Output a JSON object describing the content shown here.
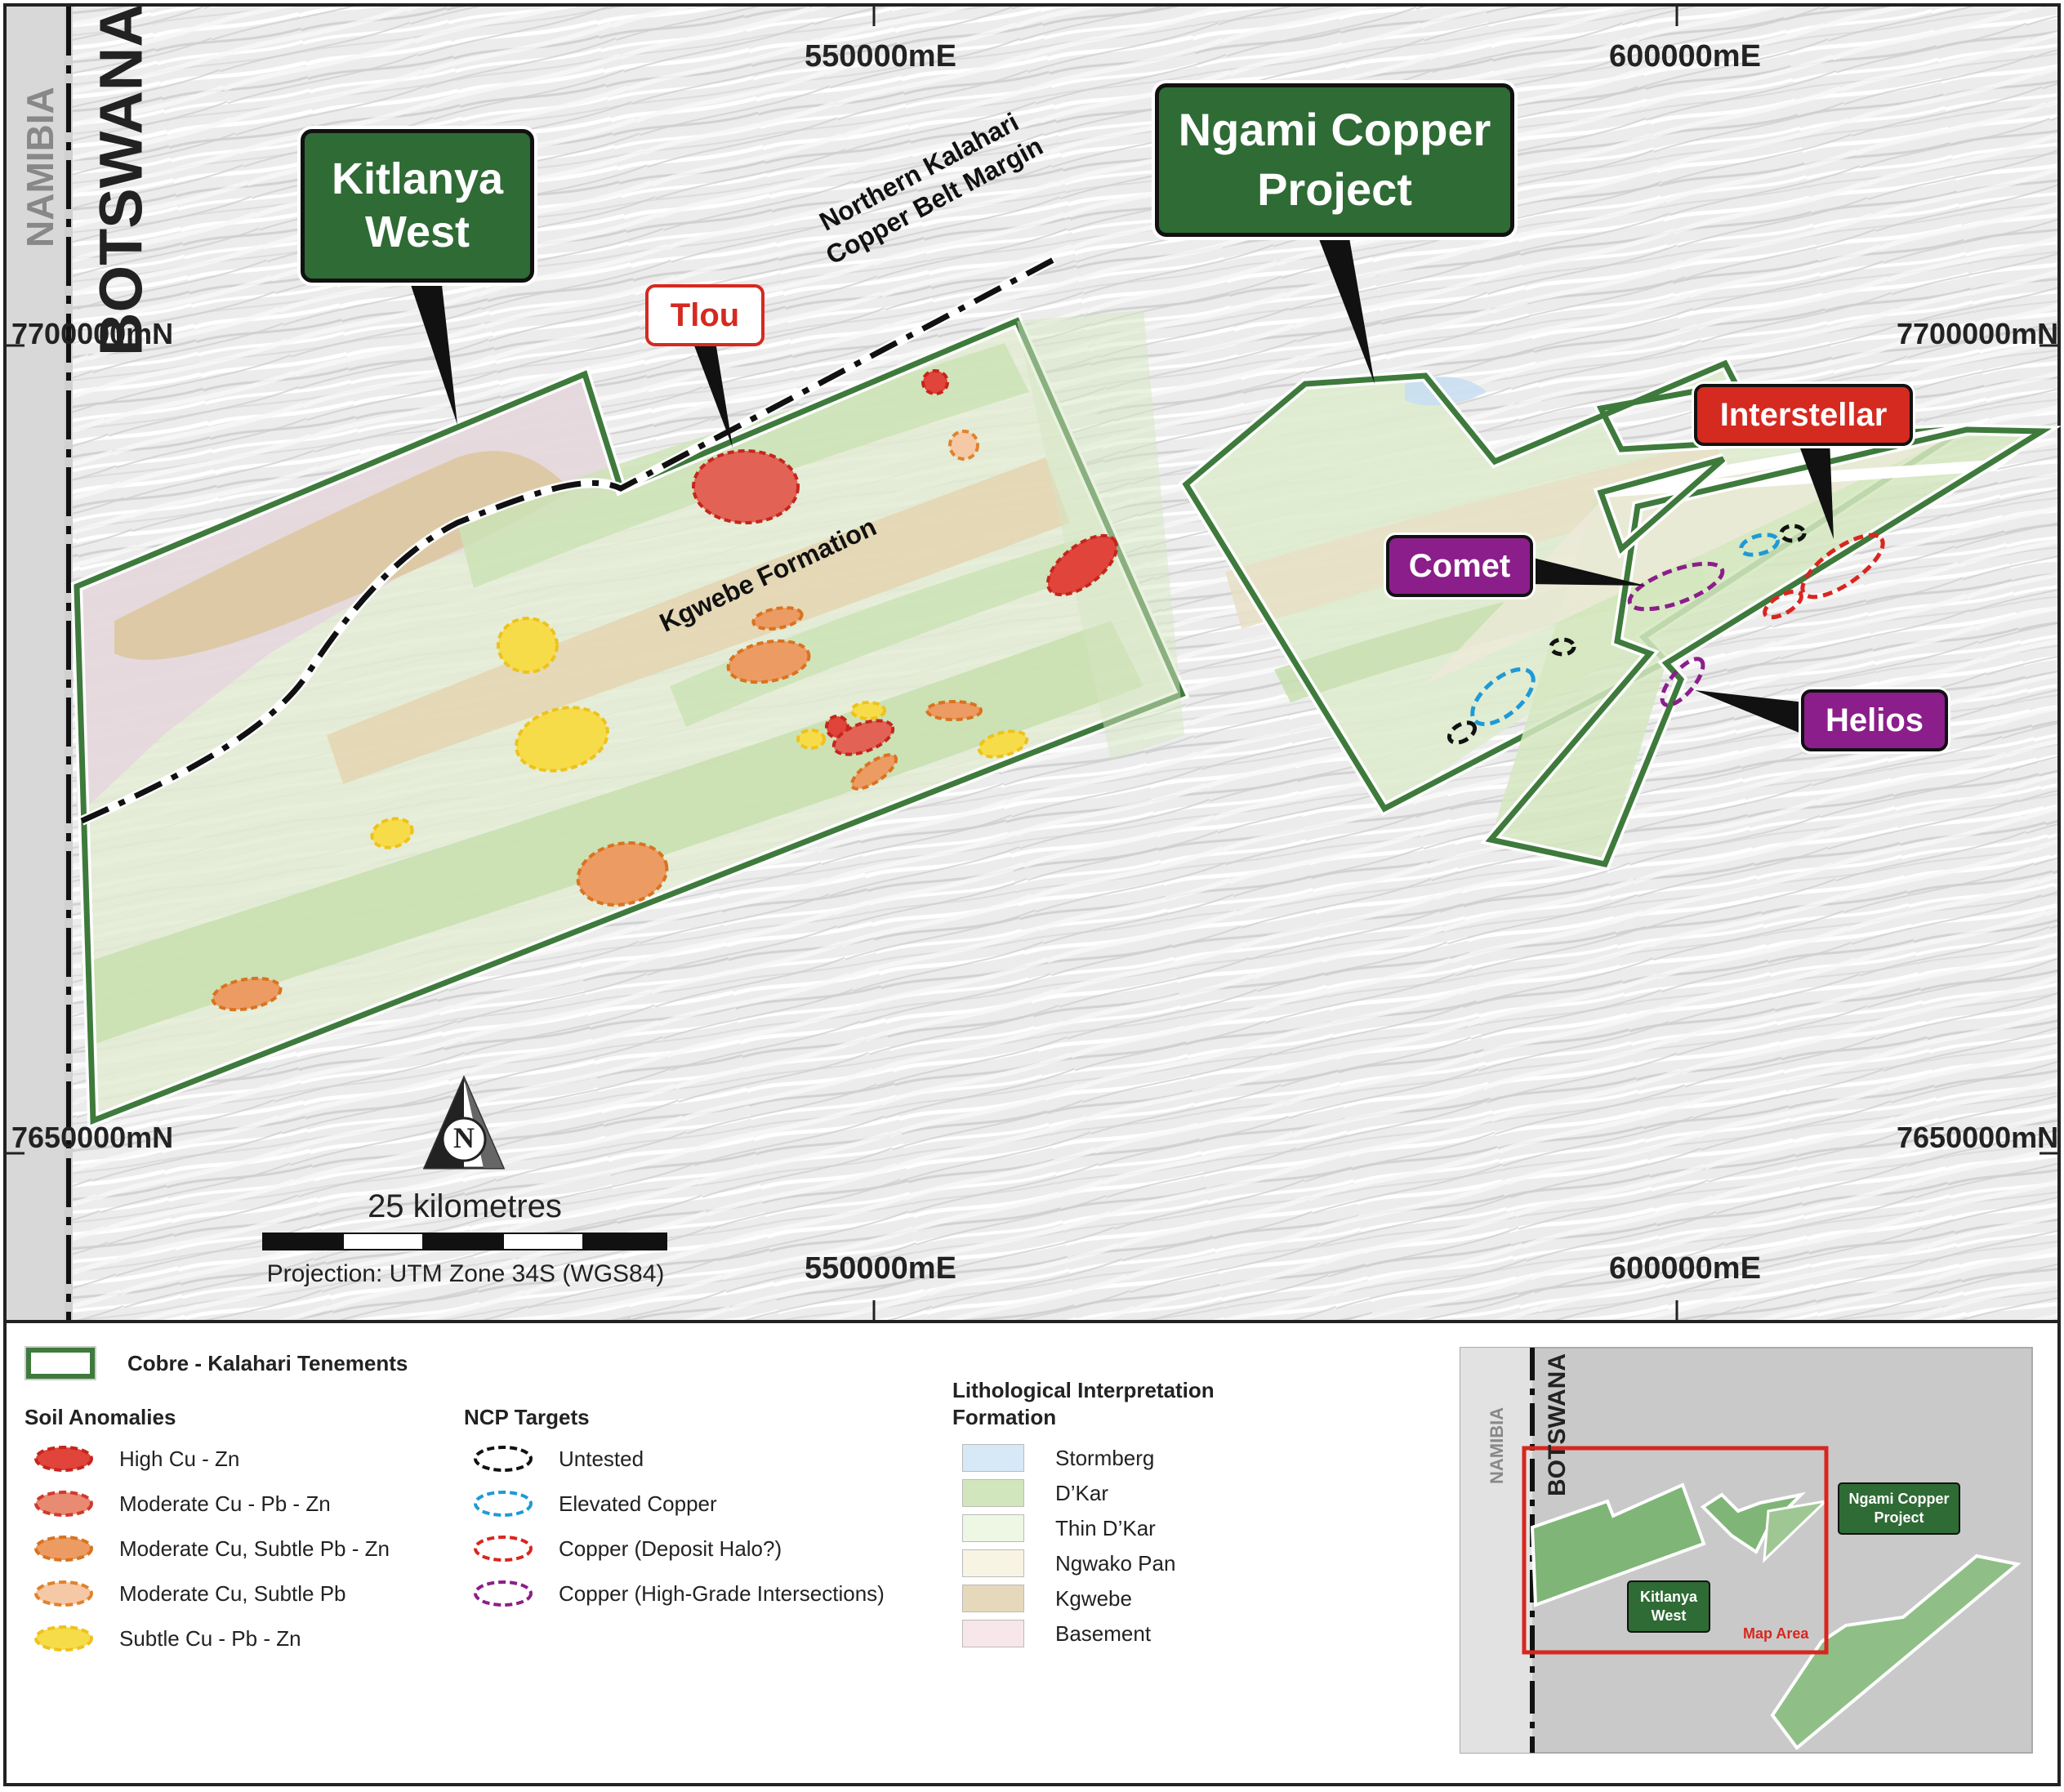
{
  "map": {
    "country_labels": {
      "west": "NAMIBIA",
      "east": "BOTSWANA"
    },
    "grid_labels": {
      "easting_550_top": "550000mE",
      "easting_600_top": "600000mE",
      "easting_550_bottom": "550000mE",
      "easting_600_bottom": "600000mE",
      "northing_7700_left": "7700000mN",
      "northing_7700_right": "7700000mN",
      "northing_7650_left": "7650000mN",
      "northing_7650_right": "7650000mN"
    },
    "callouts": {
      "kitlanya_west_line1": "Kitlanya",
      "kitlanya_west_line2": "West",
      "ngami_line1": "Ngami Copper",
      "ngami_line2": "Project",
      "tlou": "Tlou",
      "interstellar": "Interstellar",
      "comet": "Comet",
      "helios": "Helios"
    },
    "feature_labels": {
      "margin_line1": "Northern Kalahari",
      "margin_line2": "Copper Belt Margin",
      "kgwebe": "Kgwebe Formation"
    },
    "north_arrow": "N",
    "scale_label": "25 kilometres",
    "projection": "Projection: UTM Zone 34S (WGS84)",
    "colors": {
      "tenement_outline": "#3e7a3c",
      "callout_green": "#2f6b35",
      "callout_red": "#d42a20",
      "callout_purple": "#8b1e8a",
      "dkar": "#cfe3b8",
      "kgwebe": "#e3d6b7"
    }
  },
  "legend": {
    "tenements": "Cobre - Kalahari Tenements",
    "soil_title": "Soil Anomalies",
    "soil_items": [
      {
        "label": "High Cu - Zn",
        "fill": "#e0443a",
        "stroke": "#c4261c"
      },
      {
        "label": "Moderate Cu - Pb - Zn",
        "fill": "#e98a72",
        "stroke": "#d2392d"
      },
      {
        "label": "Moderate Cu, Subtle Pb - Zn",
        "fill": "#ec9b63",
        "stroke": "#d9731f"
      },
      {
        "label": "Moderate Cu, Subtle Pb",
        "fill": "#f5c9a6",
        "stroke": "#e0832c"
      },
      {
        "label": "Subtle Cu - Pb - Zn",
        "fill": "#f7dc4a",
        "stroke": "#eec21b"
      }
    ],
    "ncp_title": "NCP Targets",
    "ncp_items": [
      {
        "label": "Untested",
        "stroke": "#111111"
      },
      {
        "label": "Elevated Copper",
        "stroke": "#1e9ad6"
      },
      {
        "label": "Copper (Deposit Halo?)",
        "stroke": "#d8261f"
      },
      {
        "label": "Copper (High-Grade Intersections)",
        "stroke": "#8b1e8a"
      }
    ],
    "litho_title_line1": "Lithological Interpretation",
    "litho_title_line2": "Formation",
    "litho_items": [
      {
        "label": "Stormberg",
        "color": "#d7e8f7"
      },
      {
        "label": "D’Kar",
        "color": "#d2e6bd"
      },
      {
        "label": "Thin D’Kar",
        "color": "#eef6e4"
      },
      {
        "label": "Ngwako Pan",
        "color": "#f8f4e4"
      },
      {
        "label": "Kgwebe",
        "color": "#e6d8ba"
      },
      {
        "label": "Basement",
        "color": "#f7e6ea"
      }
    ]
  },
  "inset": {
    "namibia": "NAMIBIA",
    "botswana": "BOTSWANA",
    "kitlanya_line1": "Kitlanya",
    "kitlanya_line2": "West",
    "ngami_line1": "Ngami Copper",
    "ngami_line2": "Project",
    "map_area": "Map Area"
  }
}
